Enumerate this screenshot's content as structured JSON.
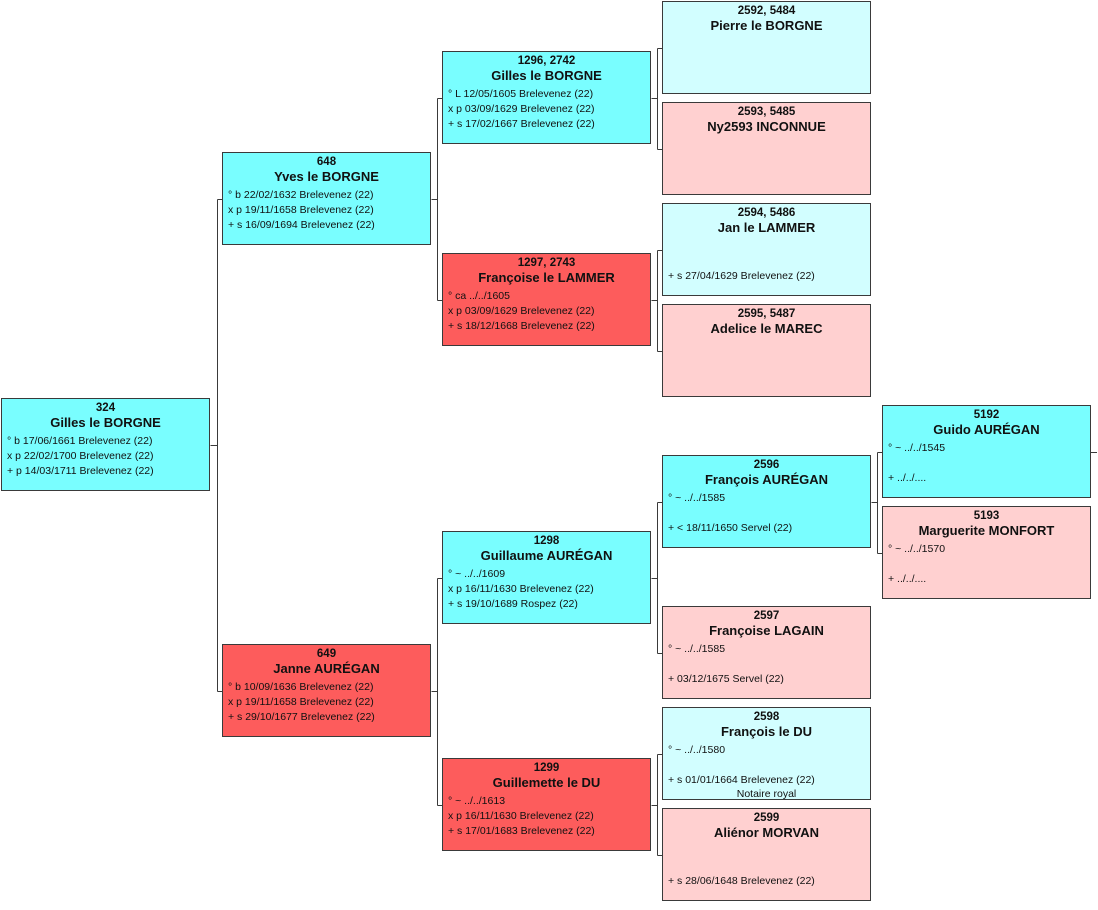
{
  "persons": [
    {
      "id": "p324",
      "num": "324",
      "name": "Gilles le BORGNE",
      "sex": "m",
      "gen": 1,
      "events": [
        "° b 17/06/1661 Brelevenez (22)",
        "x p 22/02/1700 Brelevenez (22)",
        "+ p 14/03/1711 Brelevenez (22)"
      ]
    },
    {
      "id": "p648",
      "num": "648",
      "name": "Yves le BORGNE",
      "sex": "m",
      "gen": 1,
      "events": [
        "° b 22/02/1632 Brelevenez (22)",
        "x p 19/11/1658 Brelevenez (22)",
        "+ s 16/09/1694 Brelevenez (22)"
      ]
    },
    {
      "id": "p649",
      "num": "649",
      "name": "Janne AURÉGAN",
      "sex": "f",
      "gen": 1,
      "events": [
        "° b 10/09/1636 Brelevenez (22)",
        "x p 19/11/1658 Brelevenez (22)",
        "+ s 29/10/1677 Brelevenez (22)"
      ]
    },
    {
      "id": "p1296",
      "num": "1296, 2742",
      "name": "Gilles le BORGNE",
      "sex": "m",
      "gen": 1,
      "events": [
        "° L 12/05/1605 Brelevenez (22)",
        "x p 03/09/1629 Brelevenez (22)",
        "+ s 17/02/1667 Brelevenez (22)"
      ]
    },
    {
      "id": "p1297",
      "num": "1297, 2743",
      "name": "Françoise le LAMMER",
      "sex": "f",
      "gen": 1,
      "events": [
        "° ca ../../1605",
        "x p 03/09/1629 Brelevenez (22)",
        "+ s 18/12/1668 Brelevenez (22)"
      ]
    },
    {
      "id": "p1298",
      "num": "1298",
      "name": "Guillaume AURÉGAN",
      "sex": "m",
      "gen": 1,
      "events": [
        "° ~ ../../1609",
        "x p 16/11/1630 Brelevenez (22)",
        "+ s 19/10/1689 Rospez (22)"
      ]
    },
    {
      "id": "p1299",
      "num": "1299",
      "name": "Guillemette le DU",
      "sex": "f",
      "gen": 1,
      "events": [
        "° ~ ../../1613",
        "x p 16/11/1630 Brelevenez (22)",
        "+ s 17/01/1683 Brelevenez (22)"
      ]
    },
    {
      "id": "p2592",
      "num": "2592, 5484",
      "name": "Pierre le BORGNE",
      "sex": "m",
      "gen": 2,
      "events": []
    },
    {
      "id": "p2593",
      "num": "2593, 5485",
      "name": "Ny2593 INCONNUE",
      "sex": "f",
      "gen": 2,
      "events": []
    },
    {
      "id": "p2594",
      "num": "2594, 5486",
      "name": "Jan le LAMMER",
      "sex": "m",
      "gen": 2,
      "events": [
        "",
        "",
        "+ s 27/04/1629 Brelevenez (22)"
      ]
    },
    {
      "id": "p2595",
      "num": "2595, 5487",
      "name": "Adelice le MAREC",
      "sex": "f",
      "gen": 2,
      "events": []
    },
    {
      "id": "p2596",
      "num": "2596",
      "name": "François AURÉGAN",
      "sex": "m",
      "gen": 1,
      "events": [
        "° ~ ../../1585",
        "",
        "+ < 18/11/1650 Servel (22)"
      ]
    },
    {
      "id": "p2597",
      "num": "2597",
      "name": "Françoise LAGAIN",
      "sex": "f",
      "gen": 2,
      "events": [
        "° ~ ../../1585",
        "",
        "+ 03/12/1675 Servel (22)"
      ]
    },
    {
      "id": "p2598",
      "num": "2598",
      "name": "François le DU",
      "sex": "m",
      "gen": 2,
      "events": [
        "° ~ ../../1580",
        "",
        "+ s 01/01/1664 Brelevenez (22)"
      ],
      "note": "Notaire royal"
    },
    {
      "id": "p2599",
      "num": "2599",
      "name": "Aliénor MORVAN",
      "sex": "f",
      "gen": 2,
      "events": [
        "",
        "",
        "+ s 28/06/1648 Brelevenez (22)"
      ]
    },
    {
      "id": "p5192",
      "num": "5192",
      "name": "Guido AURÉGAN",
      "sex": "m",
      "gen": 1,
      "events": [
        "° ~ ../../1545",
        "",
        "+ ../../...."
      ]
    },
    {
      "id": "p5193",
      "num": "5193",
      "name": "Marguerite MONFORT",
      "sex": "f",
      "gen": 2,
      "events": [
        "° ~ ../../1570",
        "",
        "+ ../../...."
      ]
    }
  ],
  "colors": {
    "male_strong": "#79feff",
    "female_strong": "#fd5c5c",
    "male_light": "#d2feff",
    "female_light": "#ffd0d0",
    "line": "#3a3a3a"
  }
}
